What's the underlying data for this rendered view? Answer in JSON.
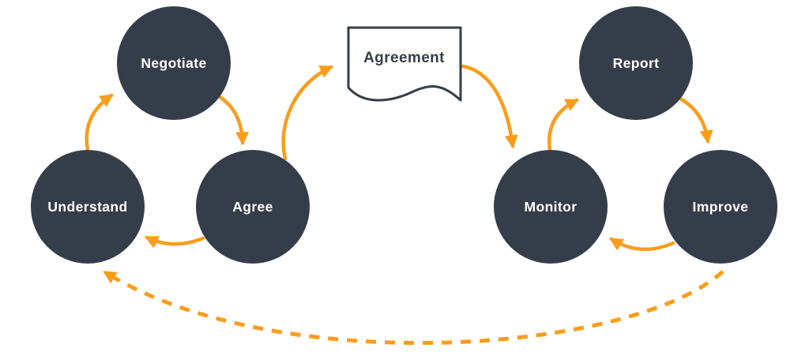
{
  "diagram": {
    "type": "process-flow",
    "nodes": {
      "negotiate": {
        "label": "Negotiate",
        "shape": "circle"
      },
      "understand": {
        "label": "Understand",
        "shape": "circle"
      },
      "agree": {
        "label": "Agree",
        "shape": "circle"
      },
      "agreement": {
        "label": "Agreement",
        "shape": "document"
      },
      "monitor": {
        "label": "Monitor",
        "shape": "circle"
      },
      "report": {
        "label": "Report",
        "shape": "circle"
      },
      "improve": {
        "label": "Improve",
        "shape": "circle"
      }
    },
    "edges": [
      {
        "from": "understand",
        "to": "negotiate",
        "style": "solid"
      },
      {
        "from": "negotiate",
        "to": "agree",
        "style": "solid"
      },
      {
        "from": "agree",
        "to": "understand",
        "style": "solid"
      },
      {
        "from": "agree",
        "to": "agreement",
        "style": "solid"
      },
      {
        "from": "agreement",
        "to": "monitor",
        "style": "solid"
      },
      {
        "from": "monitor",
        "to": "report",
        "style": "solid"
      },
      {
        "from": "report",
        "to": "improve",
        "style": "solid"
      },
      {
        "from": "improve",
        "to": "monitor",
        "style": "solid"
      },
      {
        "from": "improve",
        "to": "understand",
        "style": "dashed"
      }
    ],
    "colors": {
      "node_fill": "#363D4A",
      "node_text": "#FFFFFF",
      "arrow": "#F99D1B",
      "document_fill": "#FFFFFF",
      "document_stroke": "#363D4A",
      "background": "#FFFFFF"
    }
  }
}
